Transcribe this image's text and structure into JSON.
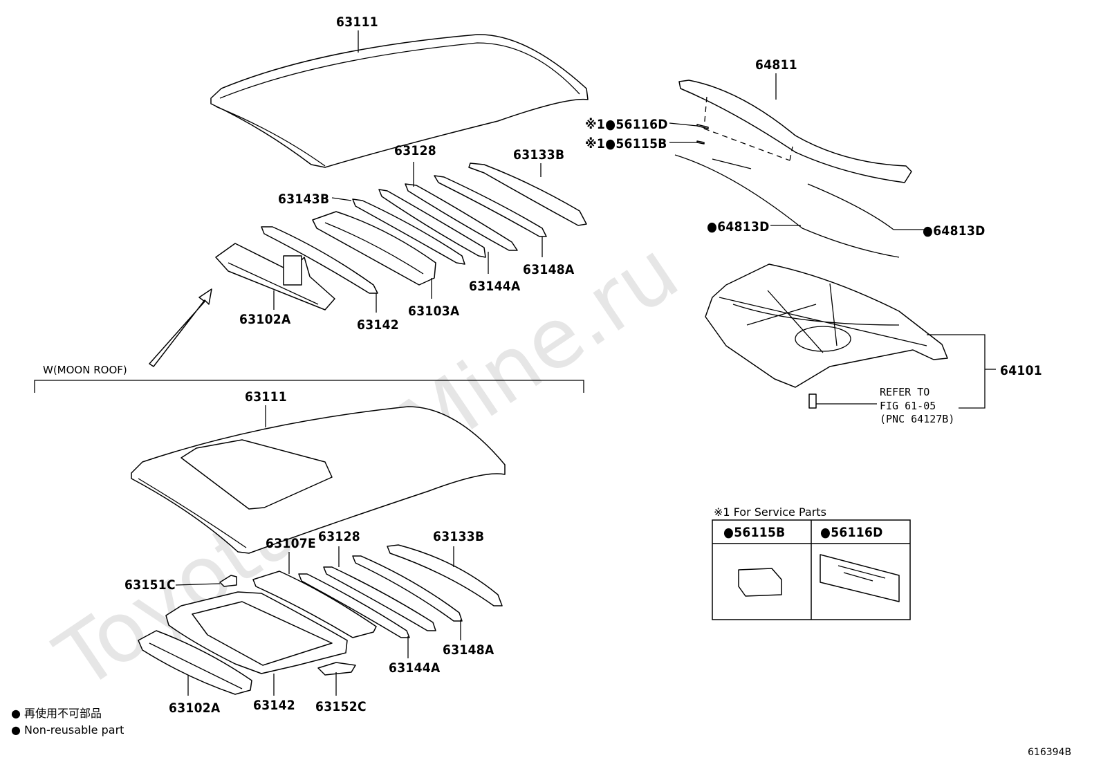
{
  "watermark": "ToyotaCarMine.ru",
  "diagram_id": "616394B",
  "group_label": "W(MOON ROOF)",
  "refer_note": [
    "REFER TO",
    "FIG 61-05",
    "(PNC 64127B)"
  ],
  "service_note": "※1 For Service Parts",
  "service_table": {
    "col1": "●56115B",
    "col2": "●56116D"
  },
  "legend": {
    "line1": "● 再使用不可部品",
    "line2": "● Non-reusable part"
  },
  "labels": {
    "p63111_top": "63111",
    "p63128_top": "63128",
    "p63133B_top": "63133B",
    "p63143B": "63143B",
    "p63148A_top": "63148A",
    "p63144A_top": "63144A",
    "p63103A": "63103A",
    "p63142_top": "63142",
    "p63102A_top": "63102A",
    "p64811": "64811",
    "p56116D": "※1●56116D",
    "p56115B": "※1●56115B",
    "p64813D_l": "●64813D",
    "p64813D_r": "●64813D",
    "p64101": "64101",
    "p63111_bot": "63111",
    "p63107E": "63107E",
    "p63128_bot": "63128",
    "p63133B_bot": "63133B",
    "p63151C": "63151C",
    "p63148A_bot": "63148A",
    "p63144A_bot": "63144A",
    "p63102A_bot": "63102A",
    "p63142_bot": "63142",
    "p63152C": "63152C"
  }
}
